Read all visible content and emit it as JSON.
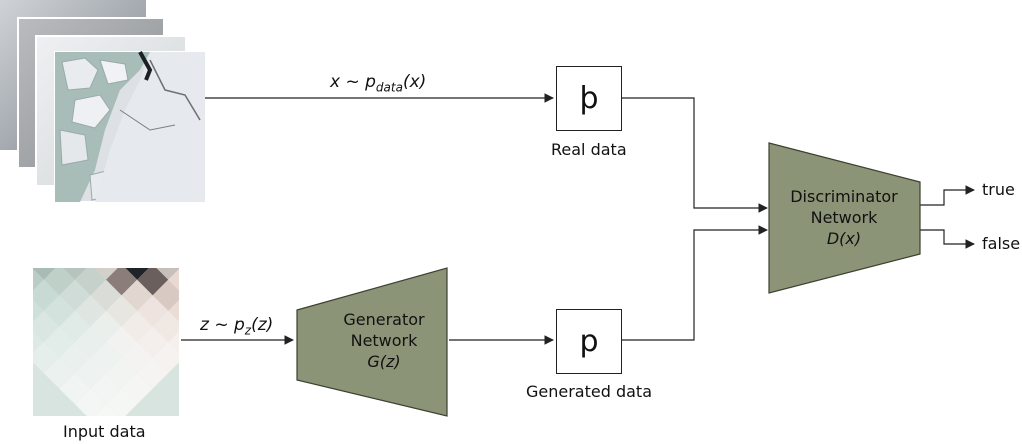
{
  "colors": {
    "network_fill": "#8c9477",
    "network_stroke": "#3c4030",
    "line": "#222222"
  },
  "real_images": {
    "label_equation_main": "x ~ p",
    "label_equation_sub": "data",
    "label_equation_tail": "(x)"
  },
  "input": {
    "label": "Input data",
    "equation_main": "z ~ p",
    "equation_sub": "z",
    "equation_tail": "(z)"
  },
  "real_node": {
    "glyph": "þ",
    "label": "Real data"
  },
  "generated_node": {
    "glyph": "p",
    "label": "Generated data"
  },
  "generator": {
    "line1": "Generator",
    "line2": "Network",
    "line3": "G(z)"
  },
  "discriminator": {
    "line1": "Discriminator",
    "line2": "Network",
    "line3": "D(x)"
  },
  "outputs": {
    "true_label": "true",
    "false_label": "false"
  }
}
